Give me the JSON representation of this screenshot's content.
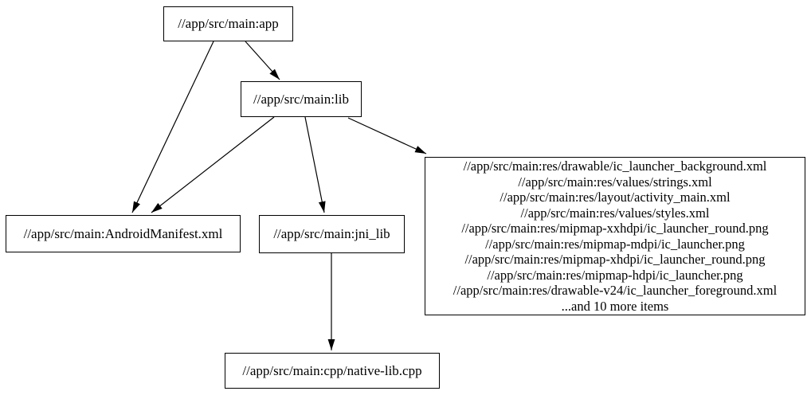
{
  "diagram": {
    "type": "dependency-graph",
    "background_color": "#ffffff",
    "stroke_color": "#000000",
    "nodes": {
      "app": {
        "label": "//app/src/main:app"
      },
      "lib": {
        "label": "//app/src/main:lib"
      },
      "manifest": {
        "label": "//app/src/main:AndroidManifest.xml"
      },
      "jni_lib": {
        "label": "//app/src/main:jni_lib"
      },
      "resources": {
        "lines": [
          "//app/src/main:res/drawable/ic_launcher_background.xml",
          "//app/src/main:res/values/strings.xml",
          "//app/src/main:res/layout/activity_main.xml",
          "//app/src/main:res/values/styles.xml",
          "//app/src/main:res/mipmap-xxhdpi/ic_launcher_round.png",
          "//app/src/main:res/mipmap-mdpi/ic_launcher.png",
          "//app/src/main:res/mipmap-xhdpi/ic_launcher_round.png",
          "//app/src/main:res/mipmap-hdpi/ic_launcher.png",
          "//app/src/main:res/drawable-v24/ic_launcher_foreground.xml",
          "...and 10 more items"
        ]
      },
      "native_lib": {
        "label": "//app/src/main:cpp/native-lib.cpp"
      }
    },
    "edges": [
      {
        "from": "app",
        "to": "manifest"
      },
      {
        "from": "app",
        "to": "lib"
      },
      {
        "from": "lib",
        "to": "manifest"
      },
      {
        "from": "lib",
        "to": "jni_lib"
      },
      {
        "from": "lib",
        "to": "resources"
      },
      {
        "from": "jni_lib",
        "to": "native_lib"
      }
    ]
  }
}
